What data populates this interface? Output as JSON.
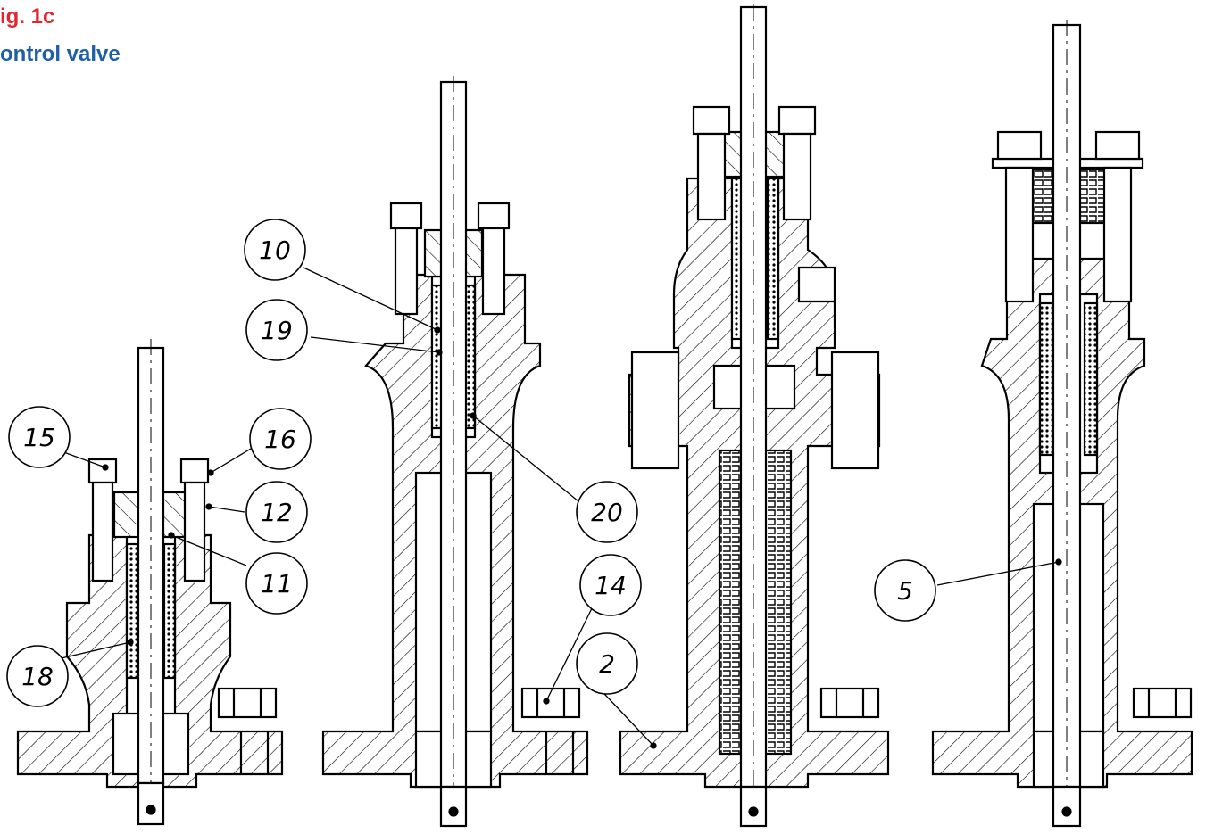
{
  "figure": {
    "label": "ig. 1c",
    "title": "ontrol valve"
  },
  "colors": {
    "label": "#e3262d",
    "title": "#1f5fa8",
    "line": "#000000"
  },
  "callouts": [
    {
      "id": "15",
      "text": "15"
    },
    {
      "id": "16",
      "text": "16"
    },
    {
      "id": "12",
      "text": "12"
    },
    {
      "id": "11",
      "text": "11"
    },
    {
      "id": "18",
      "text": "18"
    },
    {
      "id": "10",
      "text": "10"
    },
    {
      "id": "19",
      "text": "19"
    },
    {
      "id": "20",
      "text": "20"
    },
    {
      "id": "14",
      "text": "14"
    },
    {
      "id": "2",
      "text": "2"
    },
    {
      "id": "5",
      "text": "5"
    }
  ]
}
